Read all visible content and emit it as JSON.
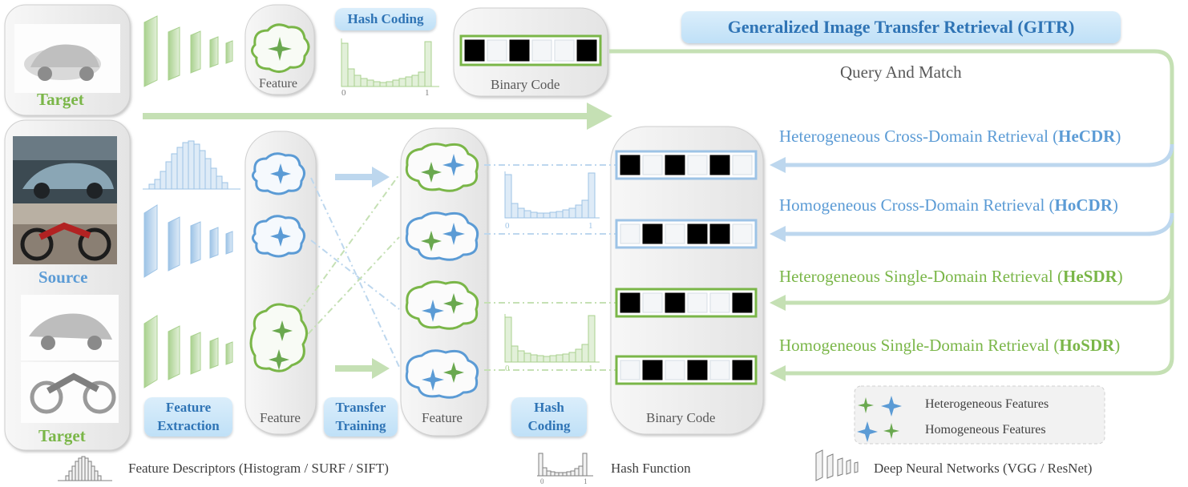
{
  "title_badge": "Generalized Image Transfer Retrieval (GITR)",
  "top_row": {
    "hash_coding_badge": "Hash Coding",
    "feature_label": "Feature",
    "binary_code_label": "Binary Code",
    "target_label": "Target",
    "hist_tick_0": "0",
    "hist_tick_1": "1"
  },
  "query_label": "Query And Match",
  "retrieval_modes": [
    {
      "prefix": "Heterogeneous Cross-Domain Retrieval (",
      "abbr": "HeCDR",
      "suffix": ")",
      "color": "#5b9bd5"
    },
    {
      "prefix": "Homogeneous Cross-Domain Retrieval (",
      "abbr": "HoCDR",
      "suffix": ")",
      "color": "#5b9bd5"
    },
    {
      "prefix": "Heterogeneous Single-Domain Retrieval (",
      "abbr": "HeSDR",
      "suffix": ")",
      "color": "#7ab648"
    },
    {
      "prefix": "Homogeneous Single-Domain Retrieval (",
      "abbr": "HoSDR",
      "suffix": ")",
      "color": "#7ab648"
    }
  ],
  "left_column": {
    "source_label": "Source",
    "target_label": "Target"
  },
  "stage_labels": {
    "feature_extraction": [
      "Feature",
      "Extraction"
    ],
    "transfer_training": [
      "Transfer",
      "Training"
    ],
    "hash_coding": [
      "Hash",
      "Coding"
    ],
    "feature_1": "Feature",
    "feature_2": "Feature",
    "binary_code": "Binary Code",
    "hist_tick_0": "0",
    "hist_tick_1": "1"
  },
  "legend_box": {
    "heterogeneous": "Heterogeneous Features",
    "homogeneous": "Homogeneous Features"
  },
  "footer_legend": {
    "descriptors": "Feature Descriptors (Histogram / SURF / SIFT)",
    "hash_function": "Hash Function",
    "dnn": "Deep Neural Networks (VGG / ResNet)",
    "tick_0": "0",
    "tick_1": "1"
  },
  "colors": {
    "green": "#7ab648",
    "blue": "#5b9bd5",
    "green_light": "#c5e0b4",
    "blue_light": "#bdd7ee",
    "panel_gray": "#efefef",
    "badge_text": "#2f74b5"
  },
  "binary_codes": {
    "top": [
      1,
      0,
      1,
      0,
      0,
      1
    ],
    "row1": [
      1,
      0,
      1,
      0,
      1,
      0
    ],
    "row2": [
      0,
      1,
      0,
      1,
      1,
      0
    ],
    "row3": [
      1,
      0,
      1,
      0,
      0,
      1
    ],
    "row4": [
      0,
      1,
      0,
      1,
      0,
      1
    ]
  }
}
